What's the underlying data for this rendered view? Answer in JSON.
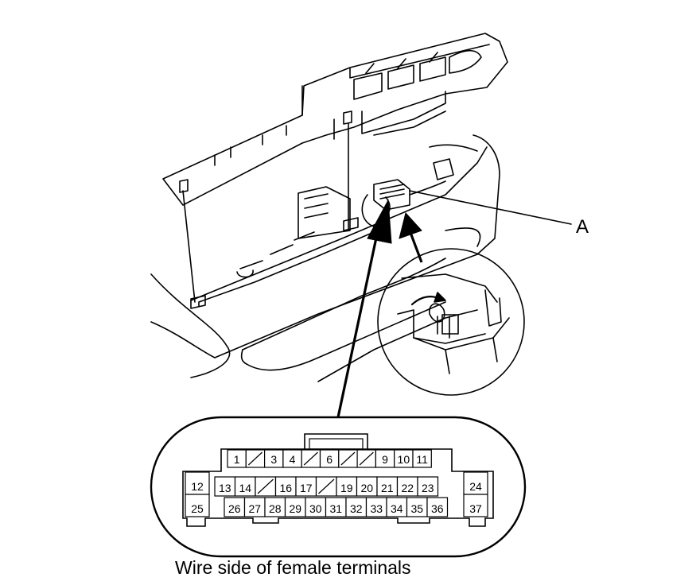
{
  "callout_label": "A",
  "caption": "Wire side of female terminals",
  "connector": {
    "top_row": [
      "1",
      "",
      "3",
      "4",
      "",
      "6",
      "",
      "",
      "9",
      "10",
      "11"
    ],
    "middle_row": [
      "13",
      "14",
      "",
      "16",
      "17",
      "",
      "19",
      "20",
      "21",
      "22",
      "23"
    ],
    "bottom_row": [
      "26",
      "27",
      "28",
      "29",
      "30",
      "31",
      "32",
      "33",
      "34",
      "35",
      "36"
    ],
    "left_side": [
      "12",
      "25"
    ],
    "right_side": [
      "24",
      "37"
    ]
  },
  "colors": {
    "line": "#000000",
    "background": "#ffffff"
  }
}
